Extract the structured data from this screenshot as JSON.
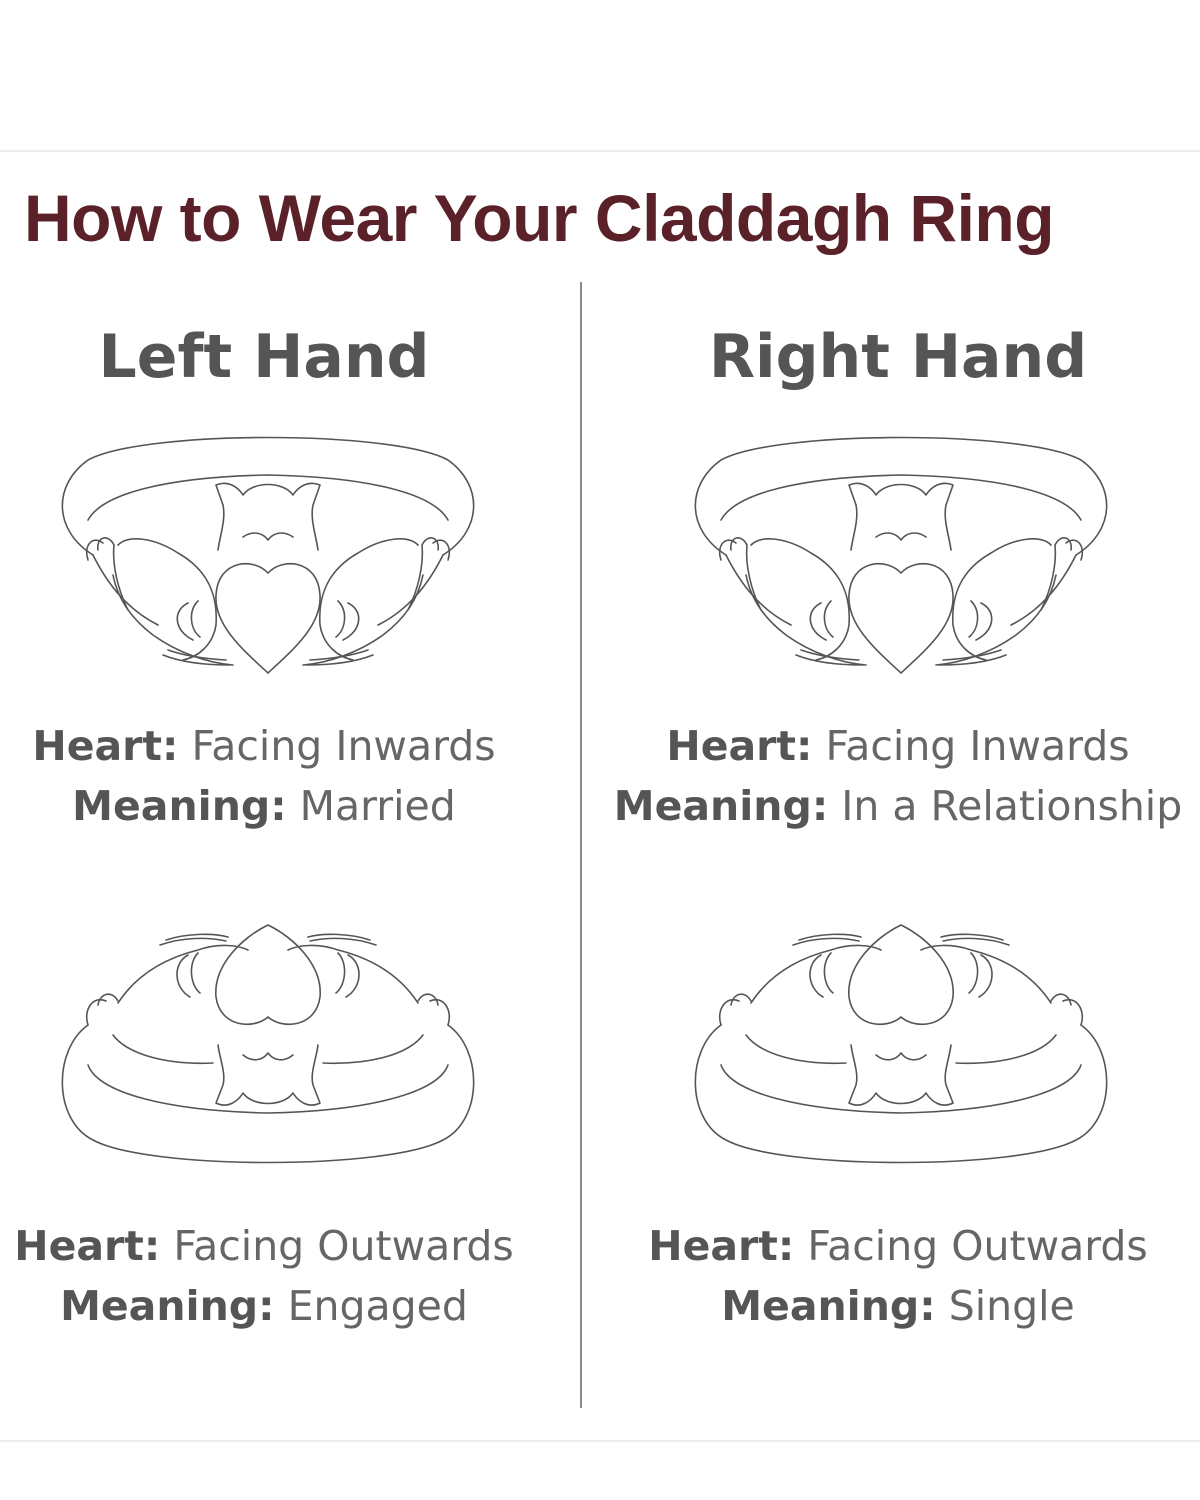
{
  "title": "How to Wear Your Claddagh Ring",
  "columns": {
    "left": {
      "heading": "Left Hand"
    },
    "right": {
      "heading": "Right Hand"
    }
  },
  "captions": {
    "left_top": {
      "heart_key": "Heart:",
      "heart_value": "Facing Inwards",
      "meaning_key": "Meaning:",
      "meaning_value": "Married"
    },
    "right_top": {
      "heart_key": "Heart:",
      "heart_value": "Facing Inwards",
      "meaning_key": "Meaning:",
      "meaning_value": "In a Relationship"
    },
    "left_bottom": {
      "heart_key": "Heart:",
      "heart_value": "Facing Outwards",
      "meaning_key": "Meaning:",
      "meaning_value": "Engaged"
    },
    "right_bottom": {
      "heart_key": "Heart:",
      "heart_value": "Facing Outwards",
      "meaning_key": "Meaning:",
      "meaning_value": "Single"
    }
  },
  "colors": {
    "title": "#5a2228",
    "heading": "#555555",
    "line_art": "#555555",
    "divider": "#8a8a8a"
  },
  "icons": {
    "ring_inward": "claddagh-ring-heart-inward-icon",
    "ring_outward": "claddagh-ring-heart-outward-icon"
  }
}
